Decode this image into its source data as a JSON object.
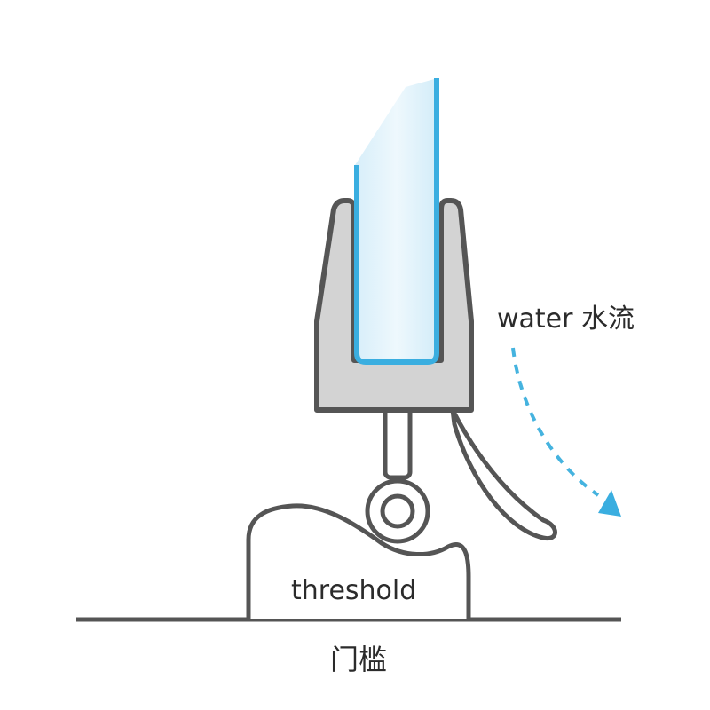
{
  "labels": {
    "water": "water 水流",
    "threshold": "threshold",
    "threshold_cn": "门槛"
  },
  "colors": {
    "outline": "#555555",
    "seal_fill": "#d3d3d3",
    "glass_edge": "#3aaee0",
    "glass_fill": "#dff1fa",
    "water_arrow": "#45b3df",
    "background": "#ffffff"
  }
}
